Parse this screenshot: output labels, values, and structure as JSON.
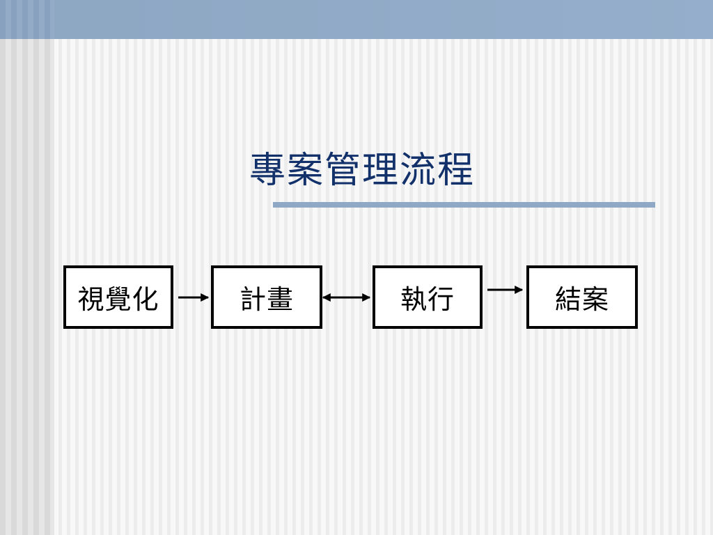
{
  "slide": {
    "title": "專案管理流程",
    "colors": {
      "top_bar": "#8fa8c6",
      "title_text": "#12316b",
      "title_rule": "#8fa8c6",
      "box_border": "#000000"
    }
  },
  "flow": {
    "steps": [
      {
        "label": "視覺化"
      },
      {
        "label": "計畫"
      },
      {
        "label": "執行"
      },
      {
        "label": "結案"
      }
    ],
    "connectors": [
      {
        "from": "視覺化",
        "to": "計畫",
        "direction": "forward"
      },
      {
        "from": "計畫",
        "to": "執行",
        "direction": "bidirectional"
      },
      {
        "from": "執行",
        "to": "結案",
        "direction": "forward"
      }
    ]
  }
}
